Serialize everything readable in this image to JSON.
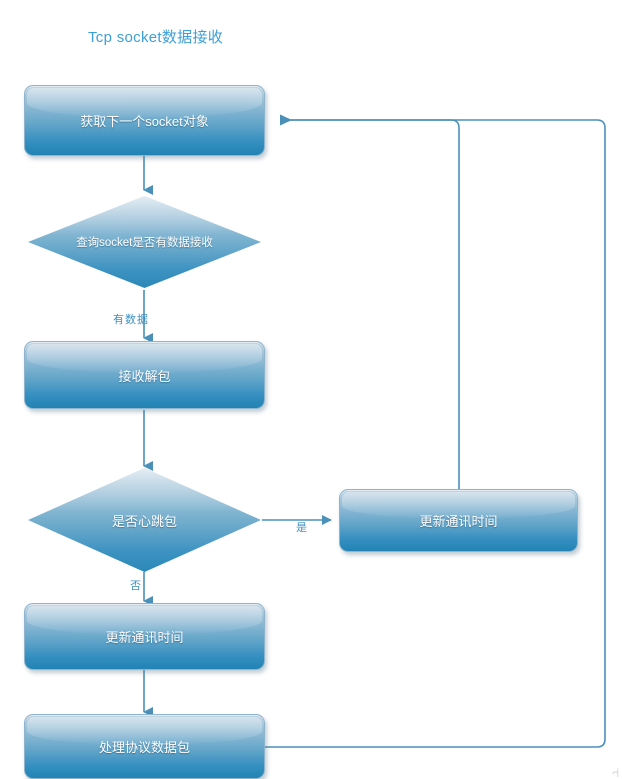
{
  "diagram": {
    "title": "Tcp socket数据接收",
    "title_color": "#3d9fd8",
    "accent_color": "#3690c1",
    "connector_color": "#4a90b8",
    "node_text_color": "#ffffff",
    "corner_mark": "⌐|"
  },
  "nodes": [
    {
      "id": "get-socket",
      "type": "process",
      "label": "获取下一个socket对象"
    },
    {
      "id": "query-socket",
      "type": "decision",
      "label": "查询socket是否有数据接收"
    },
    {
      "id": "recv-unpack",
      "type": "process",
      "label": "接收解包"
    },
    {
      "id": "is-heartbeat",
      "type": "decision",
      "label": "是否心跳包"
    },
    {
      "id": "update-time-right",
      "type": "process",
      "label": "更新通讯时间"
    },
    {
      "id": "update-time-main",
      "type": "process",
      "label": "更新通讯时间"
    },
    {
      "id": "handle-packet",
      "type": "process",
      "label": "处理协议数据包"
    }
  ],
  "edge_labels": {
    "has_data": "有数据",
    "yes": "是",
    "no": "否"
  }
}
